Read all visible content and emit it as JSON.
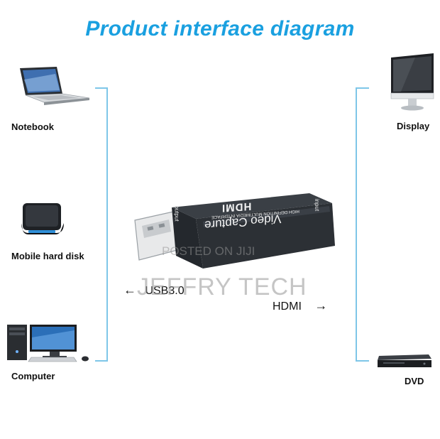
{
  "title": "Product interface diagram",
  "colors": {
    "title": "#1aa0e0",
    "bracket": "#7ec6e8",
    "device_body": "#2c3035"
  },
  "left_devices": [
    {
      "name": "notebook",
      "label": "Notebook",
      "icon": "laptop-icon"
    },
    {
      "name": "mobile-hard-disk",
      "label": "Mobile hard disk",
      "icon": "hard-disk-icon"
    },
    {
      "name": "computer",
      "label": "Computer",
      "icon": "desktop-computer-icon"
    }
  ],
  "right_devices": [
    {
      "name": "display",
      "label": "Display",
      "icon": "monitor-icon"
    },
    {
      "name": "dvd",
      "label": "DVD",
      "icon": "dvd-player-icon"
    }
  ],
  "device": {
    "brand": "HDMI",
    "product": "Video Capture",
    "subtitle": "HIGH DEFINITION MULTIMEDIA INTERFACE",
    "left_side_label": "output",
    "right_side_label": "input"
  },
  "ports": {
    "usb": {
      "label": "USB3.0",
      "arrow": "←"
    },
    "hdmi": {
      "label": "HDMI",
      "arrow": "→"
    }
  },
  "watermarks": {
    "posted": "POSTED ON JIJI",
    "brand": "JEFFRY TECH"
  }
}
